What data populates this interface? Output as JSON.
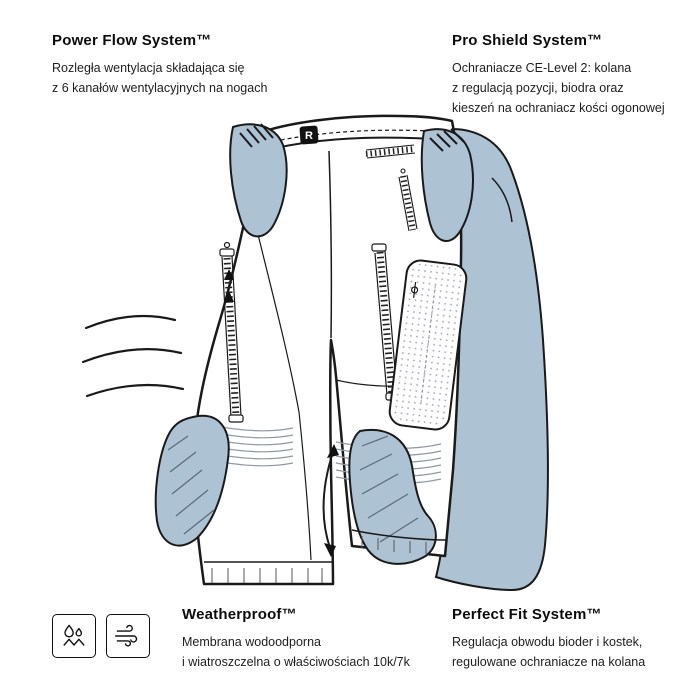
{
  "colors": {
    "accent": "#adc2d3",
    "ink": "#1a1a1a",
    "background": "#ffffff"
  },
  "features": {
    "power_flow": {
      "title": "Power Flow System™",
      "lines": [
        "Rozległa wentylacja składająca się",
        "z 6 kanałów wentylacyjnych na nogach"
      ]
    },
    "pro_shield": {
      "title": "Pro Shield System™",
      "lines": [
        "Ochraniacze CE-Level 2: kolana",
        "z regulacją pozycji, biodra oraz",
        "kieszeń na ochraniacz kości ogonowej"
      ]
    },
    "weatherproof": {
      "title": "Weatherproof™",
      "lines": [
        "Membrana wodoodporna",
        "i wiatroszczelna o właściwościach 10k/7k"
      ],
      "icons": [
        "water-drops-icon",
        "wind-icon"
      ]
    },
    "perfect_fit": {
      "title": "Perfect Fit System™",
      "lines": [
        "Regulacja obwodu bioder i kostek,",
        "regulowane ochraniacze na kolana"
      ]
    }
  },
  "illustration": {
    "logo_letter": "R",
    "subject": "motorcycle pants technical drawing, front view with protector and vent highlights"
  }
}
